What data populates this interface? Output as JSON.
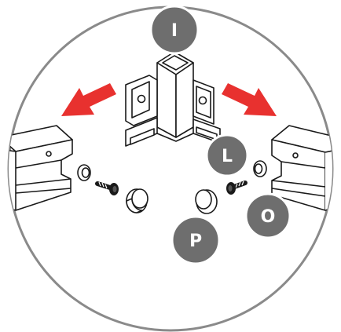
{
  "colors": {
    "badge_fill": "#6e6e6e",
    "badge_stroke": "#ffffff",
    "arrow": "#e8312f",
    "circle_stroke": "#8a8a8a",
    "line": "#1a1a1a"
  },
  "badges": {
    "top": "I",
    "right_upper": "L",
    "right_lower": "O",
    "bottom": "P"
  },
  "icons": [
    "corner-connector",
    "extrusion-profile-left",
    "extrusion-profile-right",
    "screw-icon",
    "end-cap-icon",
    "nut-icon",
    "arrow-icon"
  ]
}
